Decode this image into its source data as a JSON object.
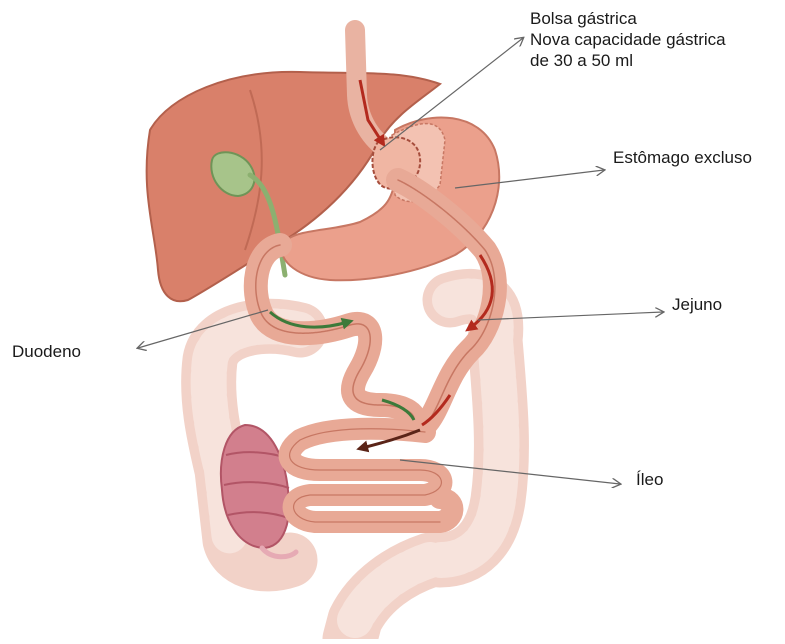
{
  "labels": {
    "bolsa_gastrica": [
      "Bolsa gástrica",
      "Nova capacidade gástrica",
      "de 30 a 50 ml"
    ],
    "estomago_excluso": "Estômago excluso",
    "jejuno": "Jejuno",
    "duodeno": "Duodeno",
    "ileo": "Íleo"
  },
  "colors": {
    "leader_line": "#666666",
    "liver": "#d9806a",
    "stomach": "#eba08c",
    "intestine_small": "#e8a996",
    "colon": "#f2d2c8",
    "cecum": "#c9677a",
    "gallbladder": "#a7c48a",
    "bile_arrow": "#3c7a3a",
    "food_arrow": "#b32a1e"
  }
}
